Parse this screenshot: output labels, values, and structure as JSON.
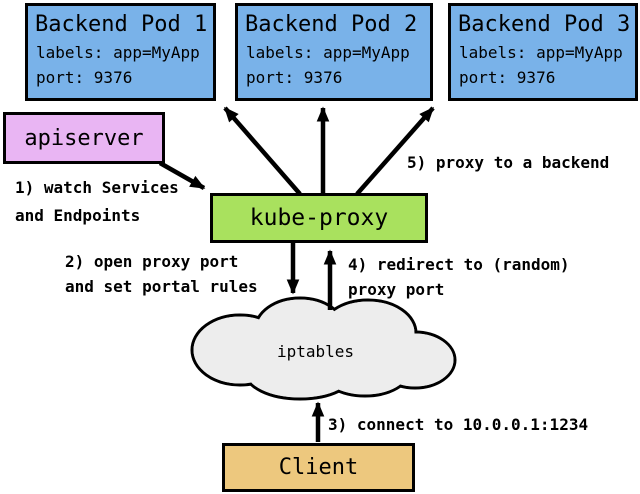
{
  "diagram": {
    "pods": [
      {
        "title": "Backend Pod 1",
        "labels_line": "labels: app=MyApp",
        "port_line": "port: 9376"
      },
      {
        "title": "Backend Pod 2",
        "labels_line": "labels: app=MyApp",
        "port_line": "port: 9376"
      },
      {
        "title": "Backend Pod 3",
        "labels_line": "labels: app=MyApp",
        "port_line": "port: 9376"
      }
    ],
    "apiserver_label": "apiserver",
    "kube_proxy_label": "kube-proxy",
    "iptables_label": "iptables",
    "client_label": "Client",
    "annotations": {
      "step1": "1) watch Services\nand Endpoints",
      "step2": "2) open proxy port\nand set portal rules",
      "step3": "3) connect to 10.0.0.1:1234",
      "step4": "4) redirect to (random)\nproxy port",
      "step5": "5) proxy to a backend"
    },
    "colors": {
      "pod_fill": "#79b2e9",
      "apiserver_fill": "#e9b5f3",
      "kube_proxy_fill": "#a9e15e",
      "client_fill": "#edc87e",
      "cloud_fill": "#ededed",
      "outline": "#000000"
    }
  }
}
